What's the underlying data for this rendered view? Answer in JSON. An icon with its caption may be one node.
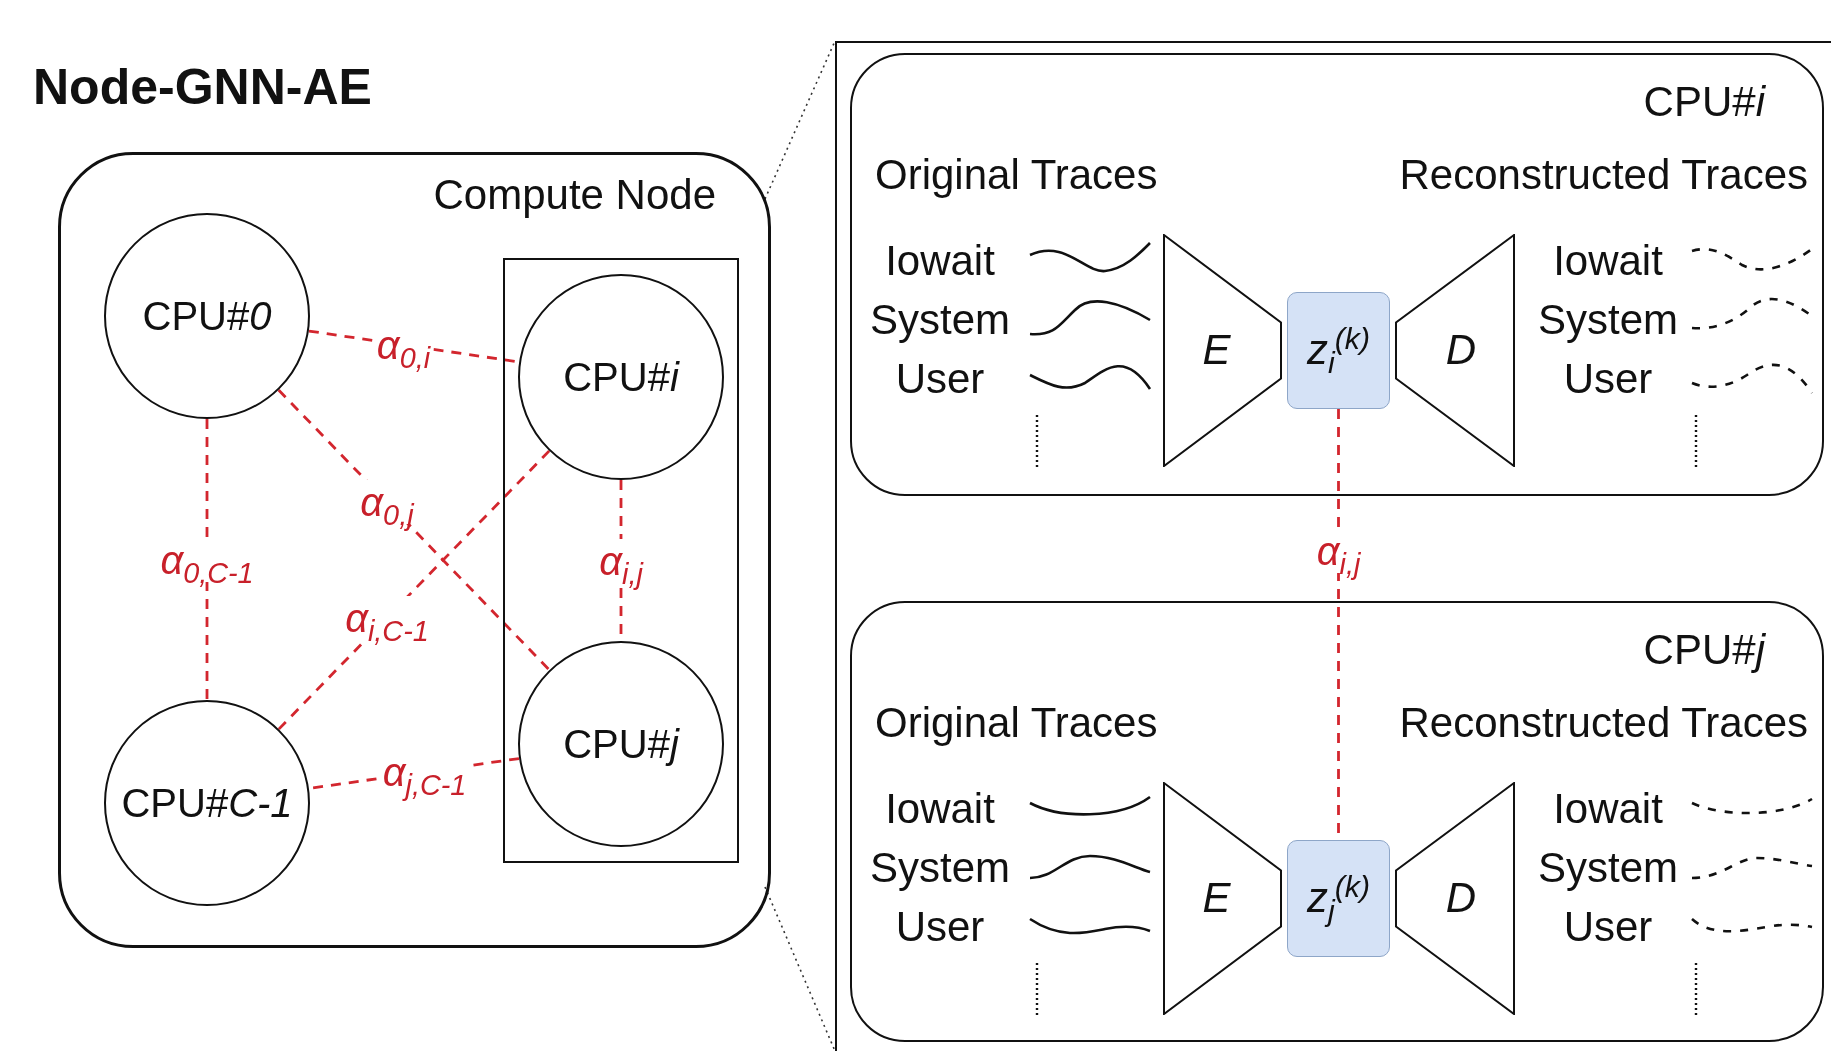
{
  "diagram": {
    "title": "Node-GNN-AE",
    "nodes": [
      {
        "text": [
          "Compute Node"
        ]
      },
      {
        "text": [
          "CPU#*0*"
        ],
        "in": 0
      },
      {
        "text": [],
        "shape": "box",
        "in": 0
      },
      {
        "text": [
          "CPU#*i*"
        ],
        "in": 2
      },
      {
        "text": [
          "CPU#*j*"
        ],
        "in": 2
      },
      {
        "text": [
          "CPU#*C-1*"
        ],
        "in": 0
      },
      {
        "text": [],
        "shape": "box"
      },
      {
        "text": [
          "CPU#*i*",
          "Original Traces",
          "Reconstructed Traces",
          "Iowait",
          "System",
          "User",
          "Iowait",
          "System",
          "User"
        ],
        "in": 6
      },
      {
        "text": [
          "E"
        ],
        "in": 7
      },
      {
        "text": [
          "z$_{i}$$^{(k)}$"
        ],
        "in": 7
      },
      {
        "text": [
          "D"
        ],
        "in": 7
      },
      {
        "text": [
          "CPU#*j*",
          "Original Traces",
          "Reconstructed Traces",
          "Iowait",
          "System",
          "User",
          "Iowait",
          "System",
          "User"
        ],
        "in": 6
      },
      {
        "text": [
          "E"
        ],
        "in": 11
      },
      {
        "text": [
          "z$_{j}$$^{(k)}$"
        ],
        "in": 11
      },
      {
        "text": [
          "D"
        ],
        "in": 11
      }
    ],
    "edges": [
      {
        "from": 1,
        "to": 3,
        "arrow": "none",
        "label": "α$_{0,i}$",
        "style": "dashed"
      },
      {
        "from": 1,
        "to": 4,
        "arrow": "none",
        "label": "α$_{0,j}$",
        "style": "dashed"
      },
      {
        "from": 1,
        "to": 5,
        "arrow": "none",
        "label": "α$_{0,C-1}$",
        "style": "dashed"
      },
      {
        "from": 3,
        "to": 5,
        "arrow": "none",
        "label": "α$_{i,C-1}$",
        "style": "dashed"
      },
      {
        "from": 3,
        "to": 4,
        "arrow": "none",
        "label": "α$_{i,j}$",
        "style": "dashed"
      },
      {
        "from": 4,
        "to": 5,
        "arrow": "none",
        "label": "α$_{j,C-1}$",
        "style": "dashed"
      },
      {
        "from": 9,
        "to": 13,
        "arrow": "none",
        "label": "α$_{i,j}$",
        "style": "dashed"
      },
      {
        "from": 0,
        "to": 6,
        "arrow": "none",
        "style": "dashed",
        "color": "#333333"
      },
      {
        "from": 0,
        "to": 6,
        "arrow": "none",
        "style": "dashed",
        "color": "#333333"
      }
    ]
  }
}
